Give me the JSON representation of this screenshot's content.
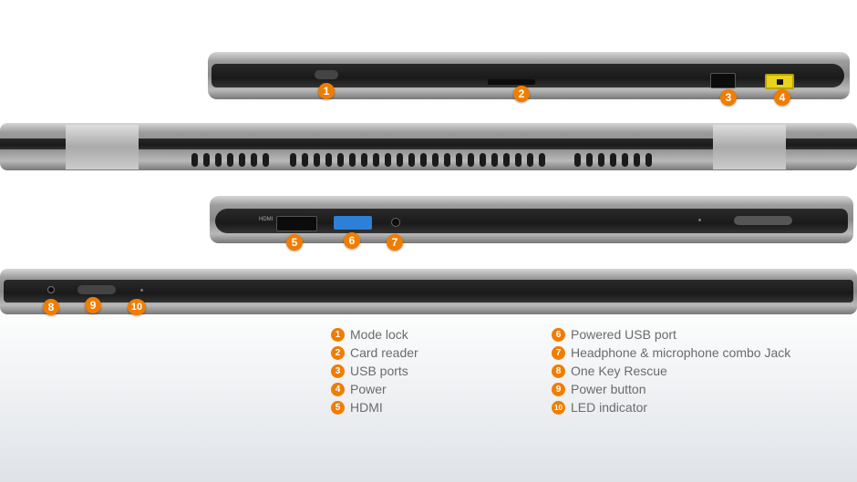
{
  "callouts": [
    "1",
    "2",
    "3",
    "4",
    "5",
    "6",
    "7",
    "8",
    "9",
    "10"
  ],
  "port_labels": {
    "hdmi": "HDMI"
  },
  "legend": {
    "left": [
      {
        "num": "1",
        "label": "Mode lock"
      },
      {
        "num": "2",
        "label": "Card reader"
      },
      {
        "num": "3",
        "label": "USB ports"
      },
      {
        "num": "4",
        "label": "Power"
      },
      {
        "num": "5",
        "label": "HDMI"
      }
    ],
    "right": [
      {
        "num": "6",
        "label": "Powered USB port"
      },
      {
        "num": "7",
        "label": "Headphone & microphone combo Jack"
      },
      {
        "num": "8",
        "label": "One Key Rescue"
      },
      {
        "num": "9",
        "label": "Power button"
      },
      {
        "num": "10",
        "label": "LED indicator"
      }
    ]
  },
  "colors": {
    "accent": "#f07d00",
    "usb3": "#2d7fd8",
    "power_port": "#e8d21c"
  }
}
